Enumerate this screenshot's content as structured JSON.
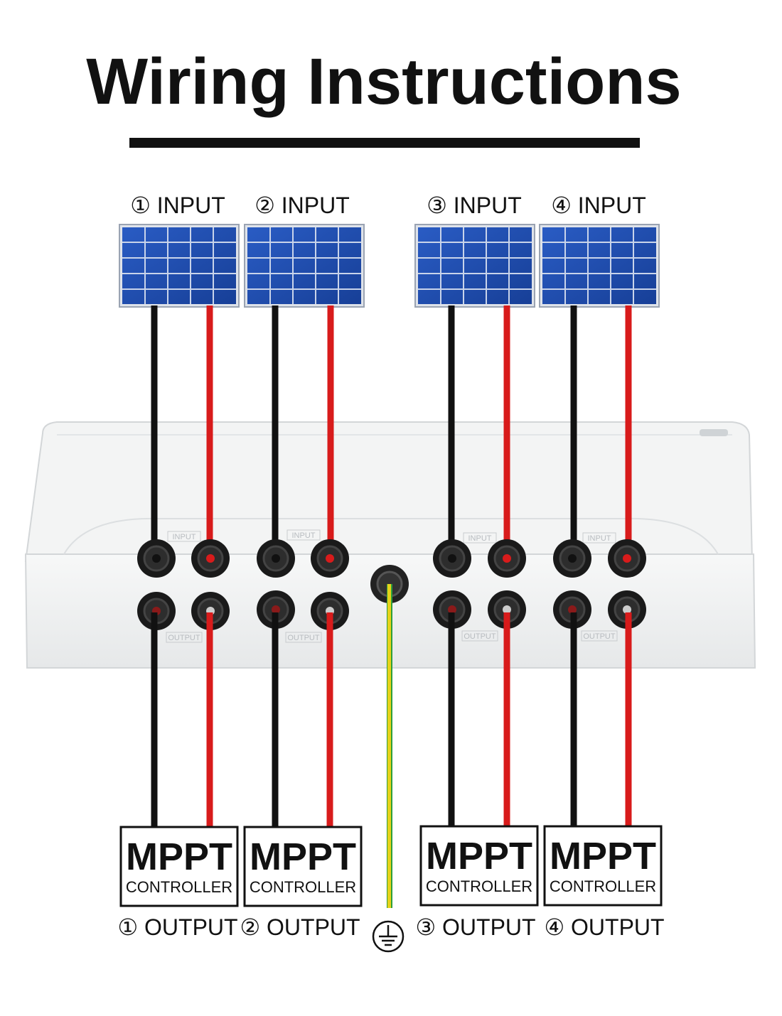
{
  "title": "Wiring Instructions",
  "input_labels": [
    "① INPUT",
    "② INPUT",
    "③ INPUT",
    "④ INPUT"
  ],
  "output_labels": [
    "① OUTPUT",
    "② OUTPUT",
    "③ OUTPUT",
    "④ OUTPUT"
  ],
  "controllers": [
    {
      "name": "MPPT",
      "sub": "CONTROLLER"
    },
    {
      "name": "MPPT",
      "sub": "CONTROLLER"
    },
    {
      "name": "MPPT",
      "sub": "CONTROLLER"
    },
    {
      "name": "MPPT",
      "sub": "CONTROLLER"
    }
  ],
  "box_port_labels": {
    "input": "INPUT",
    "output": "OUTPUT"
  },
  "icons": {
    "solar_panel": "solar-panel-icon",
    "ground": "ground-icon",
    "connector": "mc4-connector-icon"
  },
  "colors": {
    "negative_wire": "#111111",
    "positive_wire": "#d81b1b",
    "ground_wire_a": "#2e9e3a",
    "ground_wire_b": "#e6d21a",
    "panel_blue": "#1f4aa8",
    "box_body": "#eef0f0"
  }
}
